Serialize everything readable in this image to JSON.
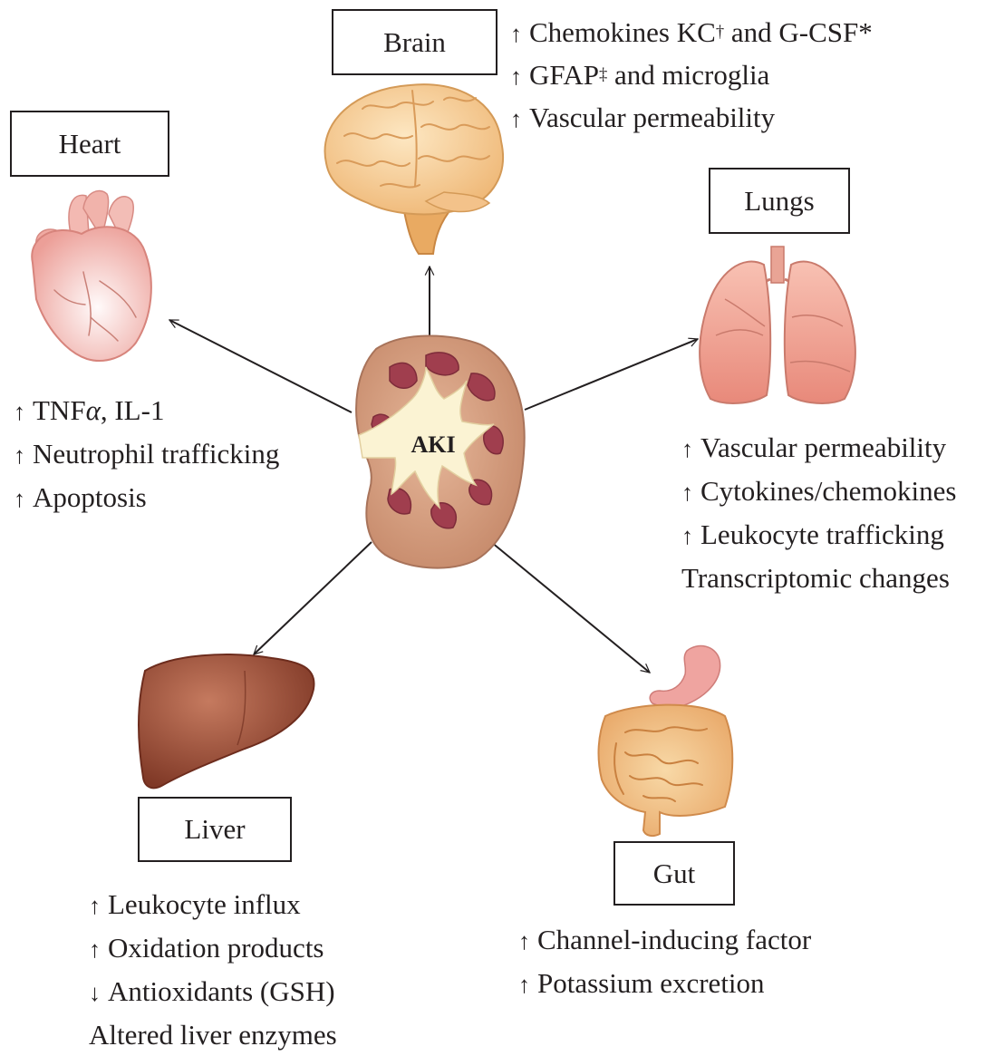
{
  "center": {
    "label": "AKI"
  },
  "organs": {
    "brain": {
      "title": "Brain",
      "effects": [
        {
          "arrow": "↑",
          "parts": [
            [
              "Chemokines KC",
              ""
            ],
            [
              "†",
              "sup"
            ],
            [
              " and G-CSF*",
              ""
            ]
          ]
        },
        {
          "arrow": "↑",
          "parts": [
            [
              "GFAP",
              ""
            ],
            [
              "‡",
              "sup"
            ],
            [
              " and microglia",
              ""
            ]
          ]
        },
        {
          "arrow": "↑",
          "parts": [
            [
              "Vascular permeability",
              ""
            ]
          ]
        }
      ]
    },
    "heart": {
      "title": "Heart",
      "effects": [
        {
          "arrow": "↑",
          "parts": [
            [
              "TNF",
              ""
            ],
            [
              "α",
              "i"
            ],
            [
              ", IL-1",
              ""
            ]
          ]
        },
        {
          "arrow": "↑",
          "parts": [
            [
              "Neutrophil trafficking",
              ""
            ]
          ]
        },
        {
          "arrow": "↑",
          "parts": [
            [
              "Apoptosis",
              ""
            ]
          ]
        }
      ]
    },
    "lungs": {
      "title": "Lungs",
      "effects": [
        {
          "arrow": "↑",
          "parts": [
            [
              "Vascular permeability",
              ""
            ]
          ]
        },
        {
          "arrow": "↑",
          "parts": [
            [
              "Cytokines/chemokines",
              ""
            ]
          ]
        },
        {
          "arrow": "↑",
          "parts": [
            [
              "Leukocyte trafficking",
              ""
            ]
          ]
        },
        {
          "arrow": "",
          "parts": [
            [
              "Transcriptomic changes",
              ""
            ]
          ]
        }
      ]
    },
    "liver": {
      "title": "Liver",
      "effects": [
        {
          "arrow": "↑",
          "parts": [
            [
              "Leukocyte influx",
              ""
            ]
          ]
        },
        {
          "arrow": "↑",
          "parts": [
            [
              "Oxidation products",
              ""
            ]
          ]
        },
        {
          "arrow": "↓",
          "parts": [
            [
              "Antioxidants (GSH)",
              ""
            ]
          ]
        },
        {
          "arrow": "",
          "parts": [
            [
              "Altered liver enzymes",
              ""
            ]
          ]
        }
      ]
    },
    "gut": {
      "title": "Gut",
      "effects": [
        {
          "arrow": "↑",
          "parts": [
            [
              "Channel-inducing factor",
              ""
            ]
          ]
        },
        {
          "arrow": "↑",
          "parts": [
            [
              "Potassium excretion",
              ""
            ]
          ]
        }
      ]
    }
  },
  "colors": {
    "brain": "#f5c98e",
    "heart": "#f6cdc8",
    "lungs": "#f0a494",
    "liver": "#a75a42",
    "gut": "#f1be86",
    "kidney": "#d9a386",
    "kidney_medulla": "#9b3a4a",
    "kidney_pelvis": "#faf2d4",
    "stroke": "#231f20"
  }
}
